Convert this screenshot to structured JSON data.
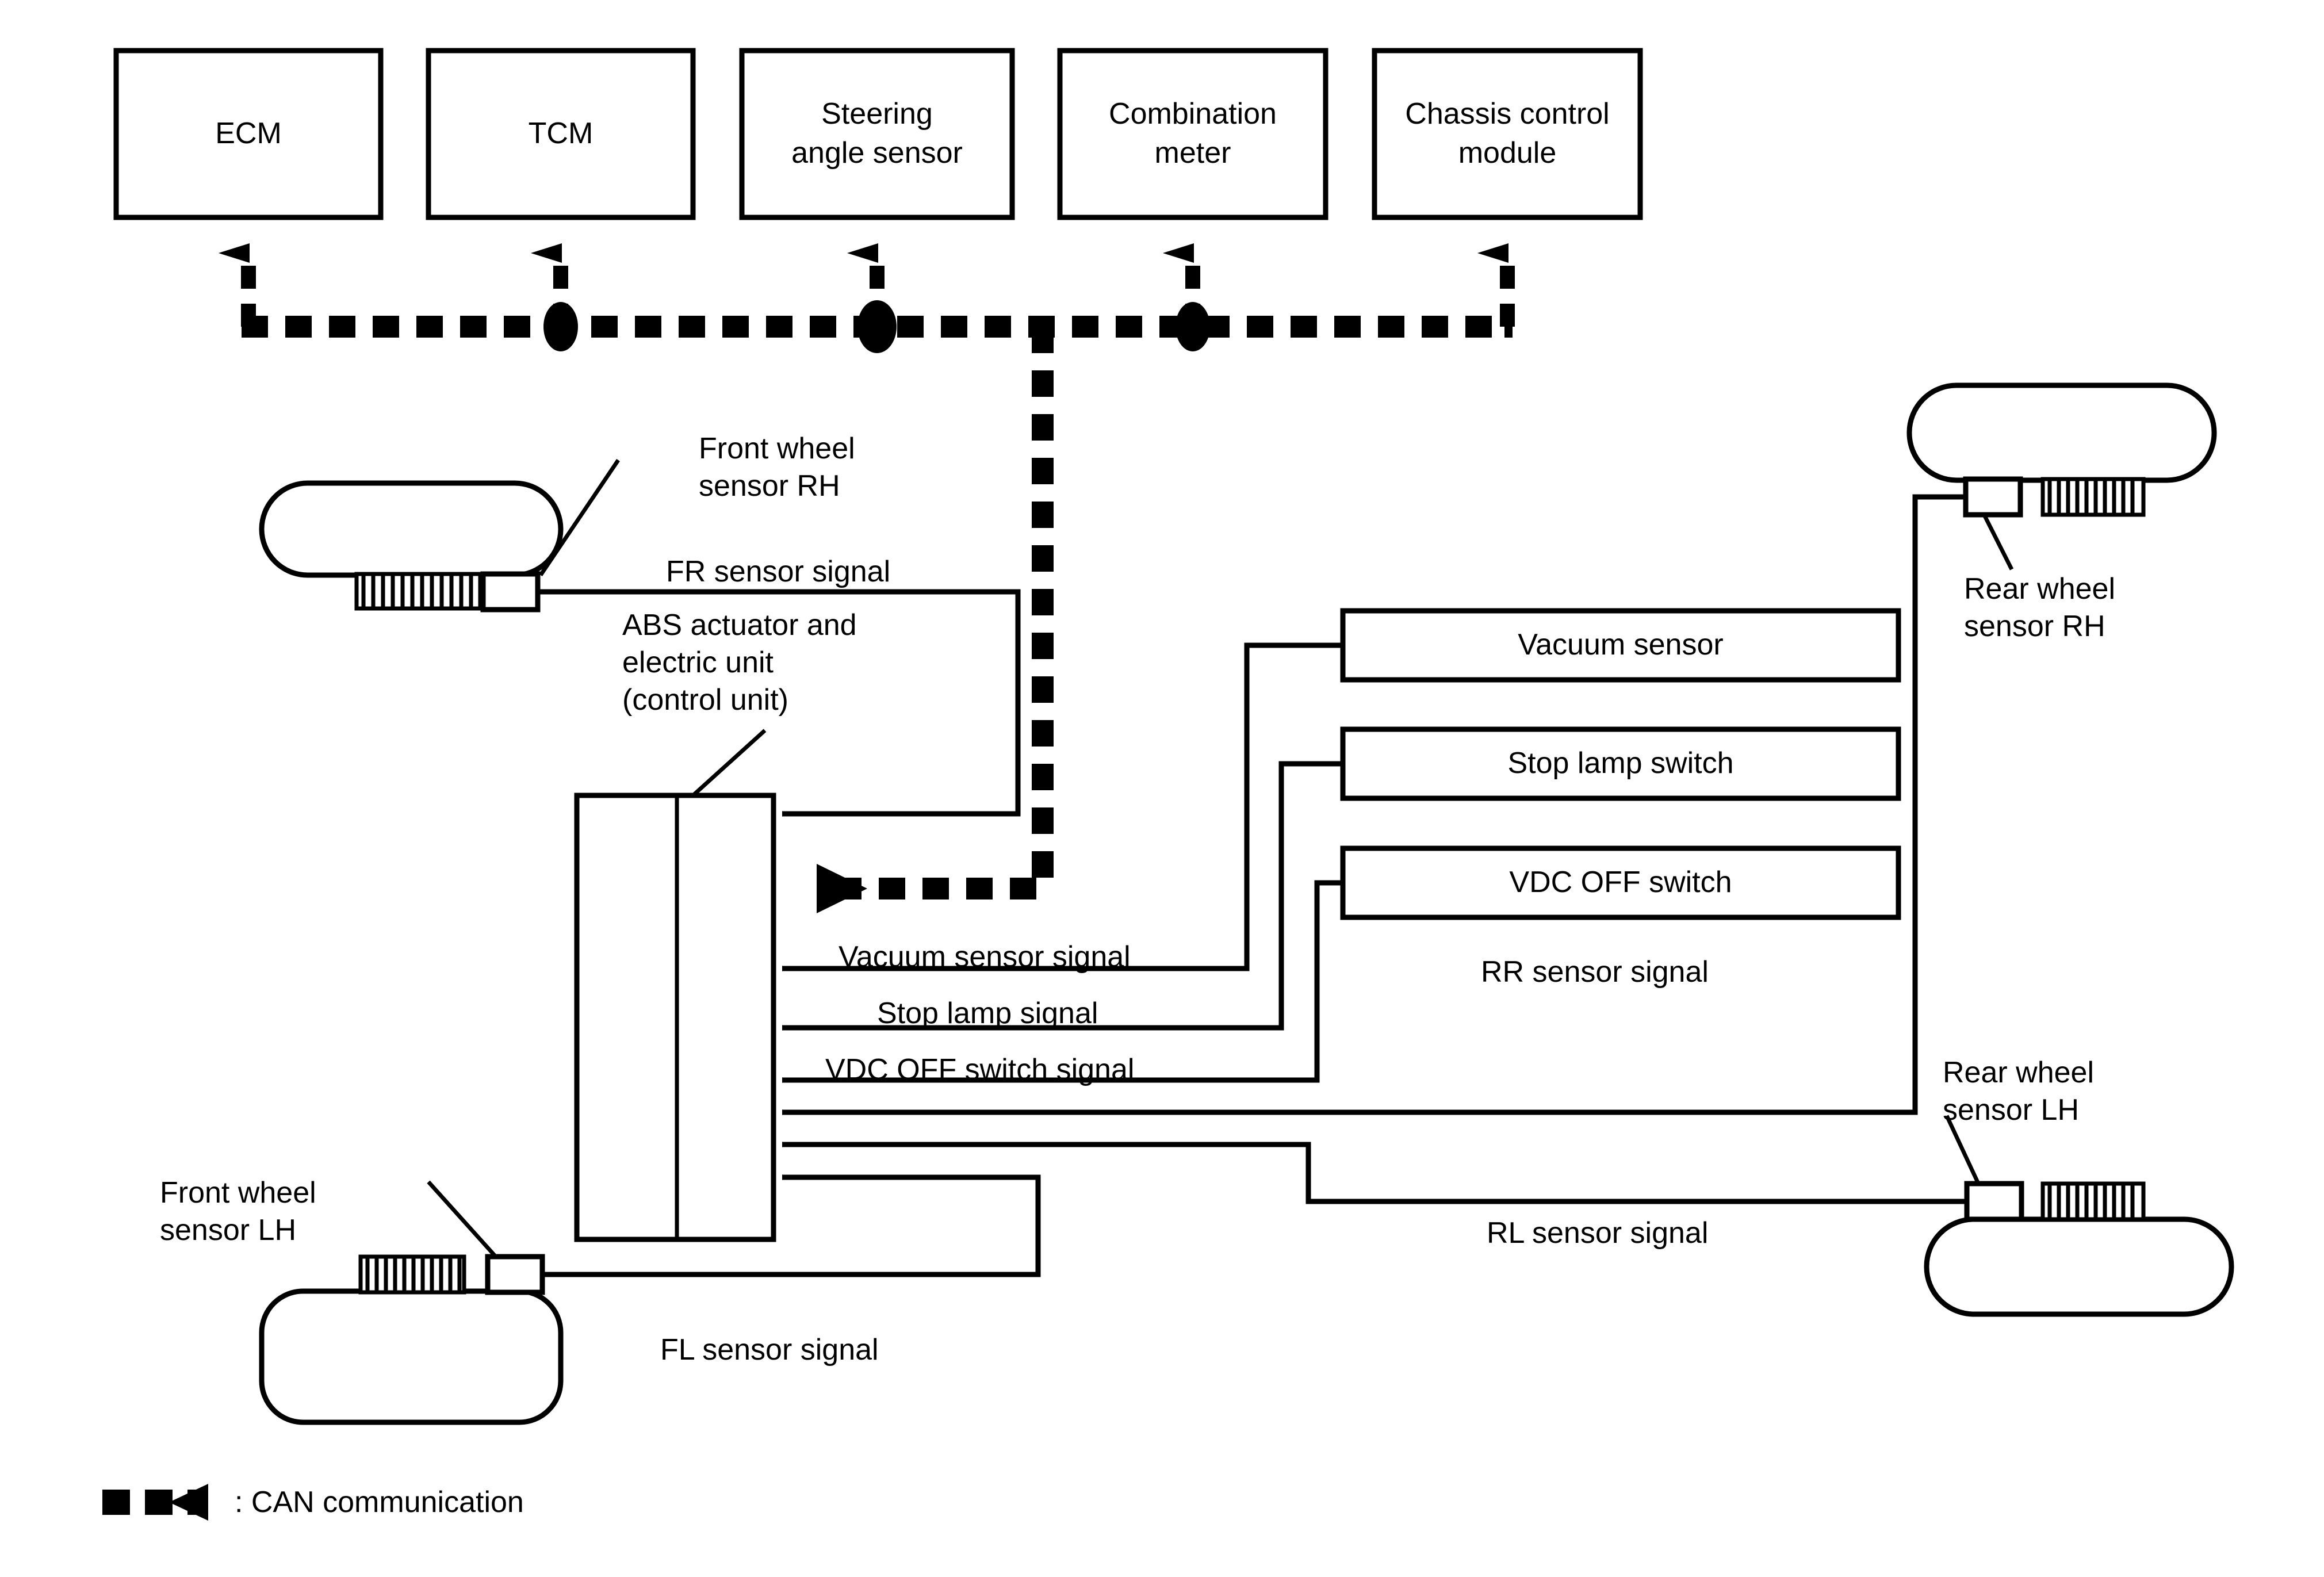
{
  "diagram": {
    "title": "VDC/ABS system diagram",
    "legend": {
      "symbol": "can-arrow",
      "text": ": CAN communication"
    },
    "can_nodes": [
      {
        "id": "ecm",
        "label": "ECM"
      },
      {
        "id": "tcm",
        "label": "TCM"
      },
      {
        "id": "steering_angle_sensor",
        "label": "Steering\nangle sensor"
      },
      {
        "id": "combination_meter",
        "label": "Combination\nmeter"
      },
      {
        "id": "chassis_control_module",
        "label": "Chassis control\nmodule"
      }
    ],
    "control_unit": {
      "label": "ABS actuator and\nelectric unit\n(control unit)"
    },
    "input_boxes": [
      {
        "id": "vacuum_sensor",
        "label": "Vacuum sensor"
      },
      {
        "id": "stop_lamp_switch",
        "label": "Stop lamp switch"
      },
      {
        "id": "vdc_off_switch",
        "label": "VDC OFF switch"
      }
    ],
    "wheel_sensors": [
      {
        "id": "front_wheel_sensor_rh",
        "label": "Front wheel\nsensor RH"
      },
      {
        "id": "front_wheel_sensor_lh",
        "label": "Front wheel\nsensor LH"
      },
      {
        "id": "rear_wheel_sensor_rh",
        "label": "Rear wheel\nsensor RH"
      },
      {
        "id": "rear_wheel_sensor_lh",
        "label": "Rear wheel\nsensor LH"
      }
    ],
    "signals": [
      {
        "id": "fr_sensor_signal",
        "label": "FR sensor signal"
      },
      {
        "id": "vacuum_sensor_signal",
        "label": "Vacuum sensor signal"
      },
      {
        "id": "stop_lamp_signal",
        "label": "Stop lamp signal"
      },
      {
        "id": "vdc_off_switch_signal",
        "label": "VDC OFF switch signal"
      },
      {
        "id": "rr_sensor_signal",
        "label": "RR sensor signal"
      },
      {
        "id": "rl_sensor_signal",
        "label": "RL sensor signal"
      },
      {
        "id": "fl_sensor_signal",
        "label": "FL sensor signal"
      }
    ],
    "colors": {
      "ink": "#000000",
      "paper": "#ffffff"
    }
  }
}
